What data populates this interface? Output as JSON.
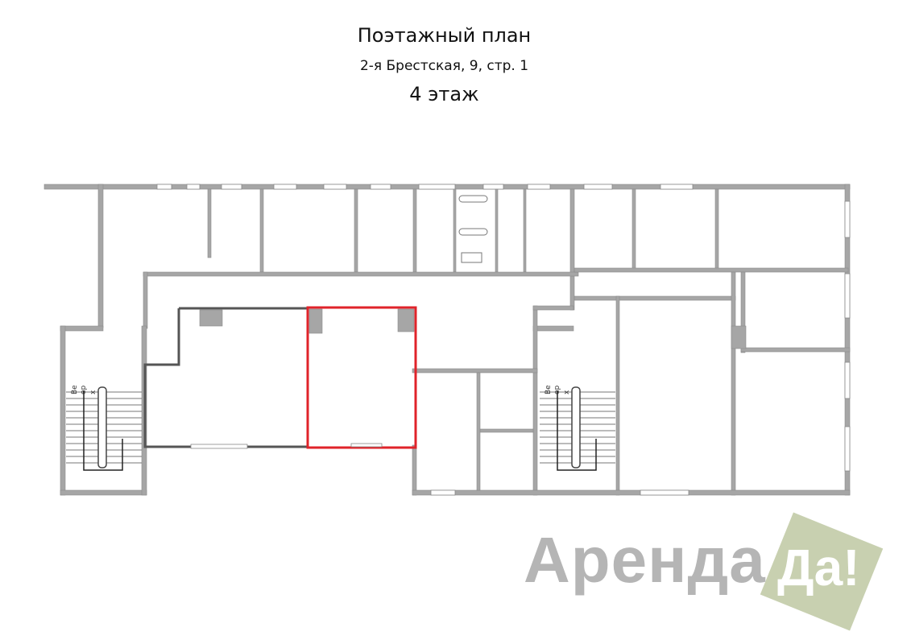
{
  "header": {
    "title": "Поэтажный план",
    "address": "2-я Брестская, 9, стр. 1",
    "floor": "4 этаж"
  },
  "plan": {
    "stair_label": [
      "Ве",
      "ер",
      "х"
    ],
    "highlight_color": "#e0232a"
  },
  "logo": {
    "word": "Аренда",
    "badge": "Да!"
  }
}
